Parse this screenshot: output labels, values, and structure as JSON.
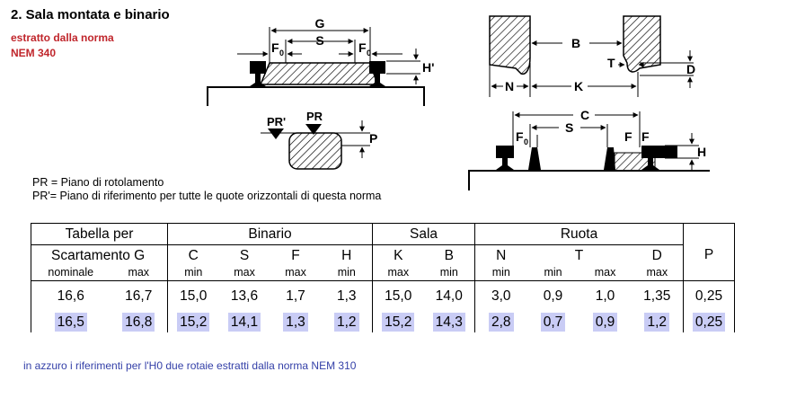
{
  "title": "2.  Sala montata e binario",
  "subtitle_lines": [
    "estratto dalla norma",
    "NEM 340"
  ],
  "legend": [
    {
      "abbr": "PR =",
      "text": "Piano di rotolamento"
    },
    {
      "abbr": "PR'=",
      "text": "Piano di riferimento per tutte le quote orizzontali di questa norma"
    }
  ],
  "diagram_labels": {
    "G": "G",
    "S": "S",
    "F0": "F",
    "sub0": "0",
    "Hp": "H'",
    "PRp": "PR'",
    "PR": "PR",
    "P": "P",
    "B": "B",
    "T": "T",
    "D": "D",
    "N": "N",
    "K": "K",
    "C": "C",
    "F": "F",
    "H": "H"
  },
  "table": {
    "header_groups": [
      "Tabella  per",
      "Binario",
      "Sala",
      "Ruota"
    ],
    "scartamento": "Scartamento G",
    "columns": [
      "C",
      "S",
      "F",
      "H",
      "K",
      "B",
      "N",
      "T",
      "D",
      "P"
    ],
    "subheaders": [
      "nominale",
      "max",
      "min",
      "max",
      "max",
      "min",
      "max",
      "min",
      "min",
      "min",
      "max",
      "max"
    ],
    "row_nem340": [
      "16,6",
      "16,7",
      "15,0",
      "13,6",
      "1,7",
      "1,3",
      "15,0",
      "14,0",
      "3,0",
      "0,9",
      "1,0",
      "1,35",
      "0,25"
    ],
    "row_nem310": [
      "16,5",
      "16,8",
      "15,2",
      "14,1",
      "1,3",
      "1,2",
      "15,2",
      "14,3",
      "2,8",
      "0,7",
      "0,9",
      "1,2",
      "0,25"
    ]
  },
  "footer": "in azzuro i riferimenti per l'H0 due rotaie estratti dalla norma NEM 310",
  "colors": {
    "red": "#c0262c",
    "blue_text": "#3440a8",
    "highlight": "#c9ccf5"
  }
}
